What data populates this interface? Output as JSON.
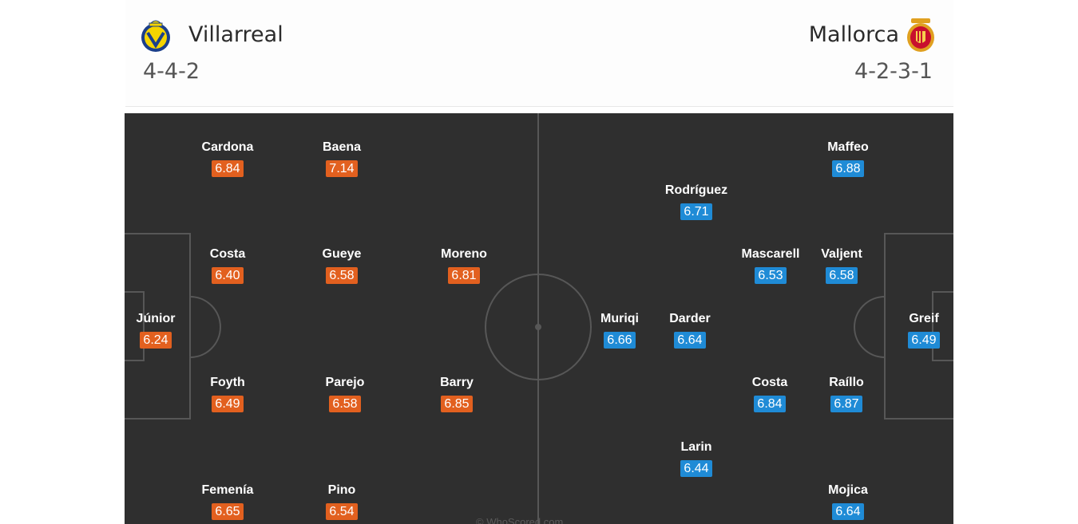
{
  "home": {
    "name": "Villarreal",
    "formation": "4-4-2",
    "crest_icon": "villarreal-crest-icon",
    "rating_color": "#e2601f",
    "players": [
      {
        "name": "Cardona",
        "rating": "6.84"
      },
      {
        "name": "Baena",
        "rating": "7.14"
      },
      {
        "name": "Costa",
        "rating": "6.40"
      },
      {
        "name": "Gueye",
        "rating": "6.58"
      },
      {
        "name": "Moreno",
        "rating": "6.81"
      },
      {
        "name": "Júnior",
        "rating": "6.24"
      },
      {
        "name": "Foyth",
        "rating": "6.49"
      },
      {
        "name": "Parejo",
        "rating": "6.58"
      },
      {
        "name": "Barry",
        "rating": "6.85"
      },
      {
        "name": "Femenía",
        "rating": "6.65"
      },
      {
        "name": "Pino",
        "rating": "6.54"
      }
    ]
  },
  "away": {
    "name": "Mallorca",
    "formation": "4-2-3-1",
    "crest_icon": "mallorca-crest-icon",
    "rating_color": "#1f8bd6",
    "players": [
      {
        "name": "Maffeo",
        "rating": "6.88"
      },
      {
        "name": "Rodríguez",
        "rating": "6.71"
      },
      {
        "name": "Mascarell",
        "rating": "6.53"
      },
      {
        "name": "Valjent",
        "rating": "6.58"
      },
      {
        "name": "Muriqi",
        "rating": "6.66"
      },
      {
        "name": "Darder",
        "rating": "6.64"
      },
      {
        "name": "Greif",
        "rating": "6.49"
      },
      {
        "name": "Costa",
        "rating": "6.84"
      },
      {
        "name": "Raíllo",
        "rating": "6.87"
      },
      {
        "name": "Larin",
        "rating": "6.44"
      },
      {
        "name": "Mojica",
        "rating": "6.64"
      }
    ]
  },
  "watermark": "© WhoScored.com"
}
